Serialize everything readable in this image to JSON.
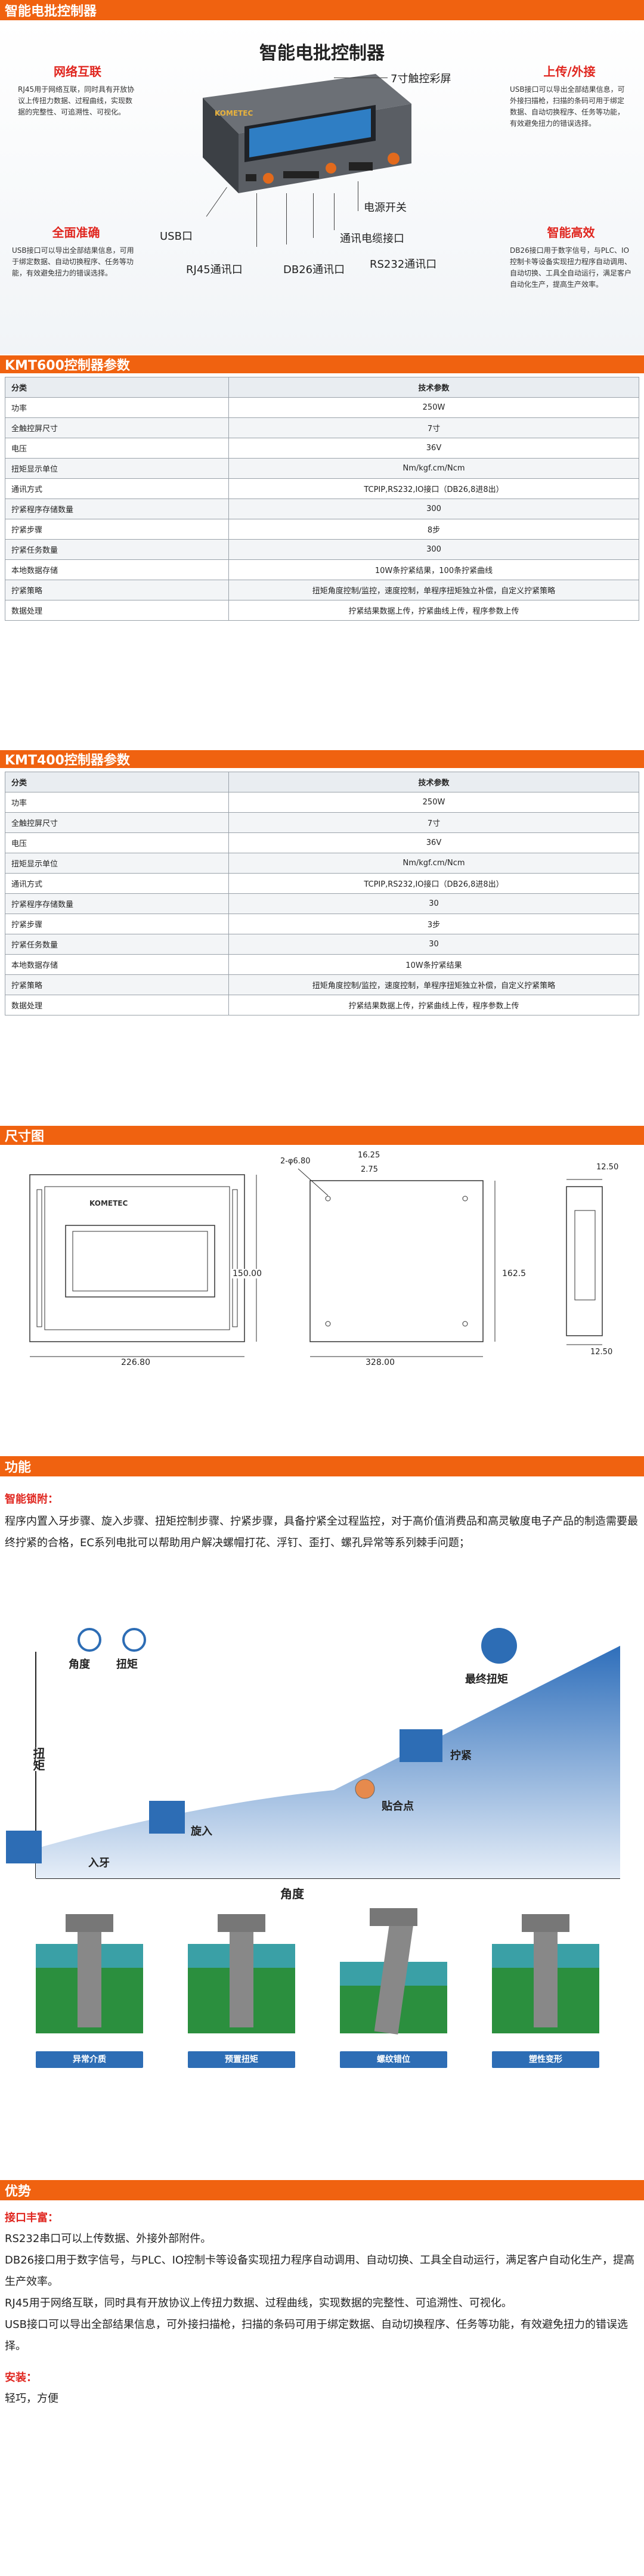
{
  "header": {
    "bar_title": "智能电批控制器",
    "product_title": "智能电批控制器"
  },
  "features": {
    "network": {
      "title": "网络互联",
      "text": "RJ45用于网络互联，同时具有开放协议上传扭力数据、过程曲线，实现数据的完整性、可追溯性、可视化。"
    },
    "upload": {
      "title": "上传/外接",
      "text": "USB接口可以导出全部结果信息，可外接扫描枪，扫描的条码可用于绑定数据、自动切换程序、任务等功能，有效避免扭力的错误选择。"
    },
    "safety": {
      "title": "全面准确",
      "text": "USB接口可以导出全部结果信息，可用于绑定数据、自动切换程序、任务等功能，有效避免扭力的错误选择。"
    },
    "smart": {
      "title": "智能高效",
      "text": "DB26接口用于数字信号，与PLC、IO控制卡等设备实现扭力程序自动调用、自动切换、工具全自动运行，满足客户自动化生产，提高生产效率。"
    }
  },
  "callouts": {
    "screen": "7寸触控彩屏",
    "power": "电源开关",
    "cable": "通讯电缆接口",
    "usb": "USB口",
    "rj45": "RJ45通讯口",
    "db26": "DB26通讯口",
    "rs232": "RS232通讯口"
  },
  "kmt600": {
    "title": "KMT600控制器参数",
    "head": [
      "分类",
      "技术参数"
    ],
    "rows": [
      [
        "功率",
        "250W"
      ],
      [
        "全触控屏尺寸",
        "7寸"
      ],
      [
        "电压",
        "36V"
      ],
      [
        "扭矩显示单位",
        "Nm/kgf.cm/Ncm"
      ],
      [
        "通讯方式",
        "TCPIP,RS232,IO接口（DB26,8进8出）"
      ],
      [
        "拧紧程序存储数量",
        "300"
      ],
      [
        "拧紧步骤",
        "8步"
      ],
      [
        "拧紧任务数量",
        "300"
      ],
      [
        "本地数据存储",
        "10W条拧紧结果，100条拧紧曲线"
      ],
      [
        "拧紧策略",
        "扭矩角度控制/监控，速度控制，单程序扭矩独立补偿，自定义拧紧策略"
      ],
      [
        "数据处理",
        "拧紧结果数据上传，拧紧曲线上传，程序参数上传"
      ]
    ]
  },
  "kmt400": {
    "title": "KMT400控制器参数",
    "head": [
      "分类",
      "技术参数"
    ],
    "rows": [
      [
        "功率",
        "250W"
      ],
      [
        "全触控屏尺寸",
        "7寸"
      ],
      [
        "电压",
        "36V"
      ],
      [
        "扭矩显示单位",
        "Nm/kgf.cm/Ncm"
      ],
      [
        "通讯方式",
        "TCPIP,RS232,IO接口（DB26,8进8出）"
      ],
      [
        "拧紧程序存储数量",
        "30"
      ],
      [
        "拧紧步骤",
        "3步"
      ],
      [
        "拧紧任务数量",
        "30"
      ],
      [
        "本地数据存储",
        "10W条拧紧结果"
      ],
      [
        "拧紧策略",
        "扭矩角度控制/监控，速度控制，单程序扭矩独立补偿，自定义拧紧策略"
      ],
      [
        "数据处理",
        "拧紧结果数据上传，拧紧曲线上传，程序参数上传"
      ]
    ]
  },
  "dimension": {
    "title": "尺寸图",
    "d_width": "226.80",
    "d_height": "150.00",
    "d_hole": "2-φ6.80",
    "d_a": "16.25",
    "d_b": "2.75",
    "d_c": "328.00",
    "d_d": "162.5",
    "d_e": "12.50",
    "d_f": "12.50"
  },
  "function": {
    "title": "功能",
    "subtitle": "智能锁附：",
    "text": "程序内置入牙步骤、旋入步骤、扭矩控制步骤、拧紧步骤，具备拧紧全过程监控，对于高价值消费品和高灵敏度电子产品的制造需要最终拧紧的合格，EC系列电批可以帮助用户解决螺帽打花、浮钉、歪打、螺孔异常等系列棘手问题；",
    "angle": "角度",
    "torque": "扭矩",
    "y_axis": "扭矩",
    "x_axis": "角度",
    "stages": {
      "s1": "入牙",
      "s2": "旋入",
      "s3": "贴合点",
      "s4": "拧紧",
      "s5": "最终扭矩"
    },
    "captions": [
      "异常介质",
      "预置扭矩",
      "螺纹错位",
      "塑性变形"
    ]
  },
  "advantage": {
    "title": "优势",
    "sub1": "接口丰富：",
    "lines": [
      "RS232串口可以上传数据、外接外部附件。",
      "DB26接口用于数字信号，与PLC、IO控制卡等设备实现扭力程序自动调用、自动切换、工具全自动运行，满足客户自动化生产，提高生产效率。",
      "RJ45用于网络互联，同时具有开放协议上传扭力数据、过程曲线，实现数据的完整性、可追溯性、可视化。",
      "USB接口可以导出全部结果信息，可外接扫描枪，扫描的条码可用于绑定数据、自动切换程序、任务等功能，有效避免扭力的错误选择。"
    ],
    "sub2": "安装：",
    "install": "轻巧，方便"
  },
  "colors": {
    "accent": "#f06210",
    "title_red": "#e0261f",
    "chart_blue": "#2d6db5"
  }
}
